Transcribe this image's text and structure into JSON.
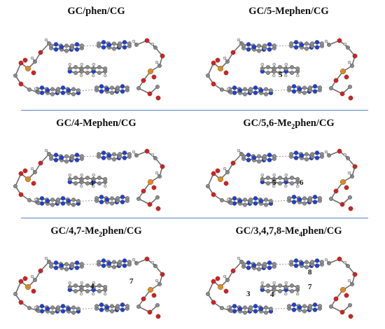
{
  "panels": [
    {
      "id": "p1",
      "title_parts": [
        "GC/phen/CG"
      ],
      "title_sub": "",
      "title_tail": "",
      "labels": []
    },
    {
      "id": "p2",
      "title_parts": [
        "GC/5-Mephen/CG"
      ],
      "title_sub": "",
      "title_tail": "",
      "labels": [
        "5"
      ]
    },
    {
      "id": "p3",
      "title_parts": [
        "GC/4-Mephen/CG"
      ],
      "title_sub": "",
      "title_tail": "",
      "labels": [
        "4"
      ]
    },
    {
      "id": "p4",
      "title_parts": [
        "GC/5,6-Me"
      ],
      "title_sub": "2",
      "title_tail": "phen/CG",
      "labels": [
        "5",
        "6"
      ]
    },
    {
      "id": "p5",
      "title_parts": [
        "GC/4,7-Me"
      ],
      "title_sub": "2",
      "title_tail": "phen/CG",
      "labels": [
        "4",
        "7"
      ]
    },
    {
      "id": "p6",
      "title_parts": [
        "GC/3,4,7,8-Me"
      ],
      "title_sub": "4",
      "title_tail": "phen/CG",
      "labels": [
        "3",
        "4",
        "7",
        "8"
      ]
    }
  ],
  "colors": {
    "carbon": "#8c8c8c",
    "hydrogen": "#d9d9d9",
    "nitrogen": "#1f3fd6",
    "oxygen": "#d42020",
    "phosphorus": "#e08a1e",
    "divider": "#5b7fc4"
  }
}
